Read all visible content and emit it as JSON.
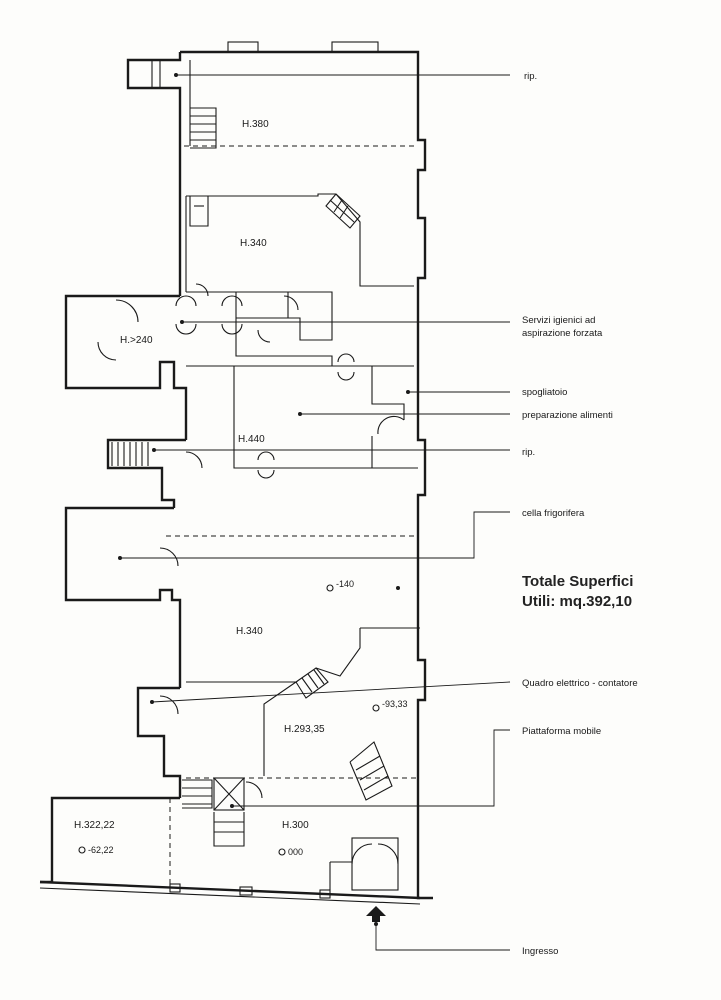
{
  "rooms": {
    "h380": "H.380",
    "h340_top": "H.340",
    "h240": "H.>240",
    "h440": "H.440",
    "h340_main": "H.340",
    "h293": "H.293,35",
    "h322": "H.322,22",
    "h300": "H.300"
  },
  "levels": {
    "l140": "-140",
    "l9333": "-93,33",
    "l6222": "-62,22",
    "l000": "000"
  },
  "notes": {
    "rip1": "rip.",
    "servizi_1": "Servizi igienici ad",
    "servizi_2": "aspirazione forzata",
    "spogliatoio": "spogliatoio",
    "preparazione": "preparazione alimenti",
    "rip2": "rip.",
    "cella": "cella frigorifera",
    "quadro": "Quadro elettrico - contatore",
    "piattaforma": "Piattaforma mobile",
    "ingresso": "Ingresso"
  },
  "summary": {
    "line1": "Totale Superfici",
    "line2": "Utili: mq.392,10"
  }
}
